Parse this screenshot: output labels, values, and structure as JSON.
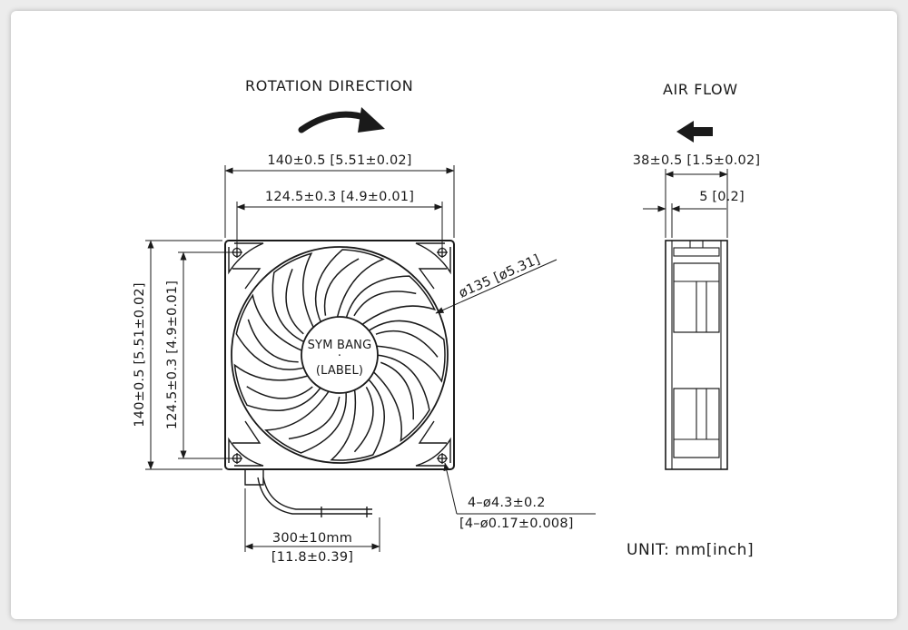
{
  "headings": {
    "rotation": "ROTATION  DIRECTION",
    "airflow": "AIR  FLOW"
  },
  "front_view": {
    "width_outer": "140±0.5  [5.51±0.02]",
    "width_holes": "124.5±0.3  [4.9±0.01]",
    "height_outer": "140±0.5  [5.51±0.02]",
    "height_holes": "124.5±0.3  [4.9±0.01]",
    "blade_diameter": "ø135  [ø5.31]",
    "label_line1": "SYM  BANG",
    "label_dot": "·",
    "label_line2": "(LABEL)",
    "holes_mm": "4–ø4.3±0.2",
    "holes_in": "[4–ø0.17±0.008]",
    "lead_mm": "300±10mm",
    "lead_in": "[11.8±0.39]"
  },
  "side_view": {
    "depth": "38±0.5  [1.5±0.02]",
    "flange": "5  [0.2]"
  },
  "unit": "UNIT: mm[inch]"
}
